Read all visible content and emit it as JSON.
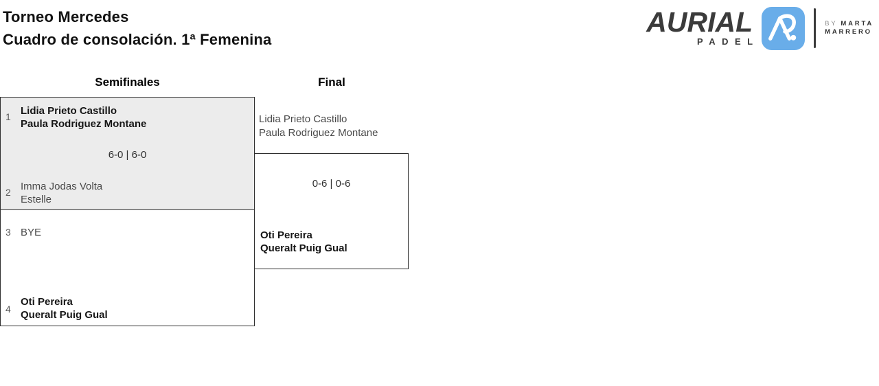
{
  "page": {
    "title_line1": "Torneo Mercedes",
    "title_line2": "Cuadro de consolación. 1ª Femenina"
  },
  "logo": {
    "brand": "AURIAL",
    "sub": "PADEL",
    "monogram_icon": "aurial-monogram-icon",
    "by_prefix": "BY",
    "by_name_line1": "MARTA",
    "by_name_line2": "MARRERO",
    "colors": {
      "blue": "#69ade9",
      "dark": "#3b3b3b"
    }
  },
  "bracket": {
    "columns": [
      {
        "label": "Semifinales"
      },
      {
        "label": "Final"
      }
    ],
    "colors": {
      "box_border": "#2e2e2e",
      "played_match_fill": "#ececec",
      "winner_text": "#161616",
      "loser_text": "#4a4a4a"
    },
    "semifinal1": {
      "seed_top": "1",
      "team_top_line1": "Lidia Prieto Castillo",
      "team_top_line2": "Paula Rodriguez Montane",
      "score": "6-0 | 6-0",
      "seed_bottom": "2",
      "team_bottom_line1": "Imma Jodas Volta",
      "team_bottom_line2": "Estelle"
    },
    "semifinal2": {
      "seed_top": "3",
      "team_top_line1": "BYE",
      "seed_bottom": "4",
      "team_bottom_line1": "Oti Pereira",
      "team_bottom_line2": "Queralt Puig Gual"
    },
    "final": {
      "team_top_line1": "Lidia Prieto Castillo",
      "team_top_line2": "Paula Rodriguez Montane",
      "score": "0-6 | 0-6",
      "team_bottom_line1": "Oti Pereira",
      "team_bottom_line2": "Queralt Puig Gual"
    }
  }
}
